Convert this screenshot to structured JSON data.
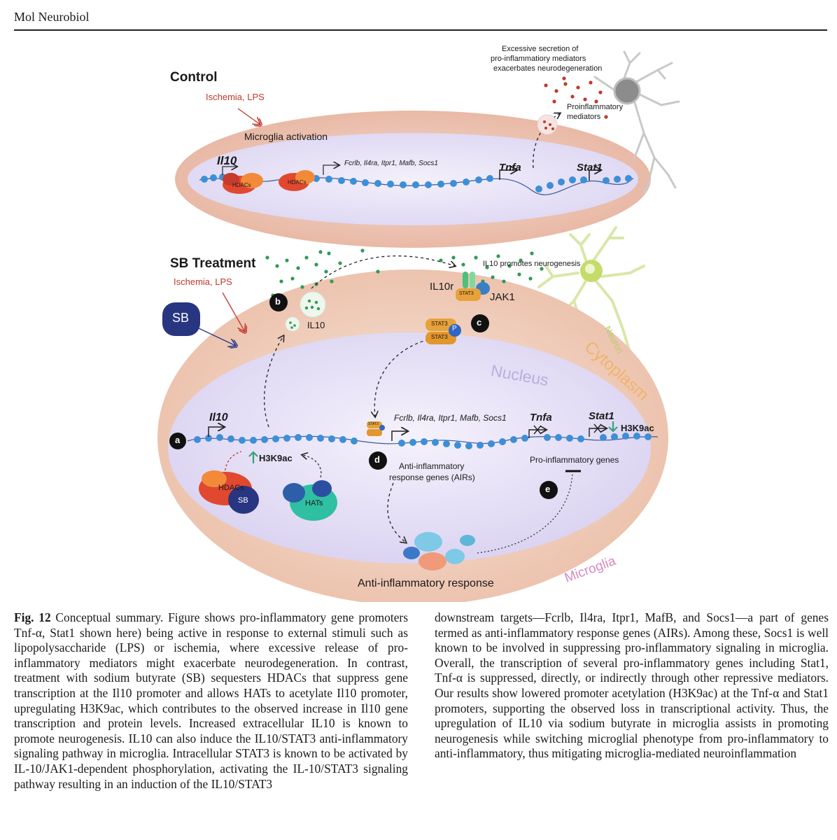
{
  "header": {
    "journal": "Mol Neurobiol"
  },
  "figure": {
    "control": {
      "title": "Control",
      "stimulus": "Ischemia, LPS",
      "activation": "Microglia activation",
      "il10_gene": "Il10",
      "hdac_label": "HDACs",
      "targets": "Fcrlb, Il4ra, Itpr1, Mafb, Socs1",
      "tnfa_gene": "Tnfa",
      "stat1_gene": "Stat1",
      "neuro_note_1": "Excessive secretion of",
      "neuro_note_2": "pro-inflammatiory mediators",
      "neuro_note_3": "exacerbates neurodegeneration",
      "mediators_1": "Proinflammatory",
      "mediators_2": "mediators"
    },
    "sb": {
      "title": "SB Treatment",
      "stimulus": "Ischemia, LPS",
      "sb_badge": "SB",
      "il10_label": "IL10",
      "il10r_label": "IL10r",
      "stat3_label": "STAT3",
      "jak1_label": "JAK1",
      "p_label": "P",
      "neurogenesis": "IL10 promotes neurogenesis",
      "neuron_label": "Neuron",
      "cytoplasm_label": "Cytoplasm",
      "nucleus_label": "Nucleus",
      "microglia_label": "Microglia",
      "il10_gene": "Il10",
      "h3k9ac_up": "H3K9ac",
      "h3k9ac_down": "H3K9ac",
      "targets": "Fcrlb, Il4ra, Itpr1, Mafb, Socs1",
      "tnfa_gene": "Tnfa",
      "stat1_gene": "Stat1",
      "airs_1": "Anti-inflammatory",
      "airs_2": "response genes (AIRs)",
      "proinflam_genes": "Pro-inflammatory genes",
      "hdac_label": "HDACs",
      "hat_label": "HATs",
      "anti_response": "Anti-inflammatory response",
      "markers": {
        "a": "a",
        "b": "b",
        "c": "c",
        "d": "d",
        "e": "e"
      }
    }
  },
  "caption_left": {
    "fig_label": "Fig. 12",
    "text": "Conceptual summary. Figure shows pro-inflammatory gene promoters Tnf-α, Stat1 shown here) being active in response to external stimuli such as lipopolysaccharide (LPS) or ischemia, where excessive release of pro-inflammatory mediators might exacerbate neurodegeneration. In contrast, treatment with sodium butyrate (SB) sequesters HDACs that suppress gene transcription at the Il10 promoter and allows HATs to acetylate Il10 promoter, upregulating H3K9ac, which contributes to the observed increase in Il10 gene transcription and protein levels. Increased extracellular IL10 is known to promote neurogenesis. IL10 can also induce the IL10/STAT3 anti-inflammatory signaling pathway in microglia. Intracellular STAT3 is known to be activated by IL-10/JAK1-dependent phosphorylation, activating the IL-10/STAT3 signaling pathway resulting in an induction of the IL10/STAT3"
  },
  "caption_right": {
    "text": "downstream targets—Fcrlb, Il4ra, Itpr1, MafB, and Socs1—a part of genes termed as anti-inflammatory response genes (AIRs). Among these, Socs1 is well known to be involved in suppressing pro-inflammatory signaling in microglia. Overall, the transcription of several pro-inflammatory genes including Stat1, Tnf-α is suppressed, directly, or indirectly through other repressive mediators. Our results show lowered promoter acetylation (H3K9ac) at the Tnf-α and Stat1 promoters, supporting the observed loss in transcriptional activity. Thus, the upregulation of IL10 via sodium butyrate in microglia assists in promoting neurogenesis while switching microglial phenotype from pro-inflammatory to anti-inflammatory, thus mitigating microglia-mediated neuroinflammation"
  }
}
